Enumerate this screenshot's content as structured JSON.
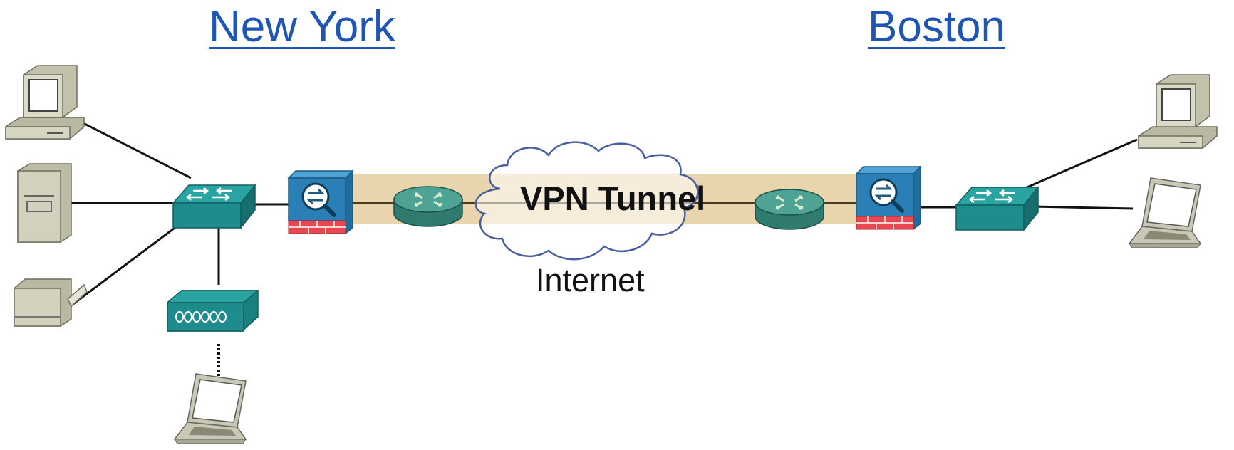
{
  "sites": {
    "left": {
      "name": "New York"
    },
    "right": {
      "name": "Boston"
    }
  },
  "tunnel": {
    "label": "VPN Tunnel"
  },
  "cloud": {
    "label": "Internet"
  },
  "colors": {
    "site_title": "#1f56b4",
    "switch": "#1e8c8c",
    "firewall_body": "#2a7fb6",
    "firewall_bricks": "#e8474f",
    "tunnel_band": "#e8d3a9",
    "router": "#3f8f84",
    "device_beige": "#c7c6b0",
    "cloud_outline": "#4a5fa0"
  },
  "icons": [
    "desktop-computer-icon",
    "server-tower-icon",
    "printer-icon",
    "switch-icon",
    "wireless-access-point-icon",
    "laptop-icon",
    "firewall-icon",
    "router-icon",
    "cloud-icon"
  ]
}
